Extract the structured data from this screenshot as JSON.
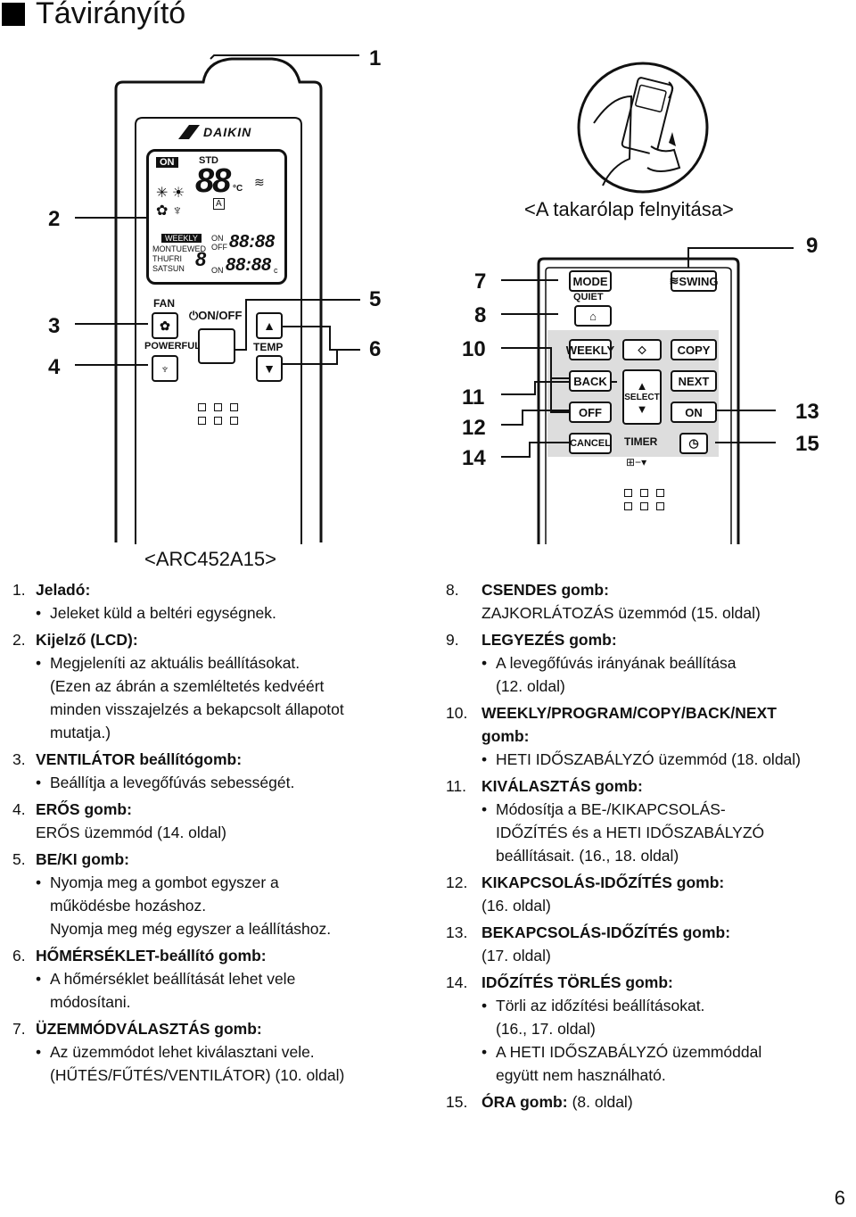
{
  "page_title": "Távirányító",
  "callouts": {
    "c1": "1",
    "c2": "2",
    "c3": "3",
    "c4": "4",
    "c5": "5",
    "c6": "6",
    "c7": "7",
    "c8": "8",
    "c9": "9",
    "c10": "10",
    "c11": "11",
    "c12": "12",
    "c13": "13",
    "c14": "14",
    "c15": "15"
  },
  "remote": {
    "brand": "DAIKIN",
    "model_caption": "<ARC452A15>",
    "lcd": {
      "on": "ON",
      "std": "STD",
      "celsius": "°C",
      "big_digits": "88",
      "weekly": "WEEKLY",
      "days_row1": "MONTUEWED",
      "days_row2": "THUFRI",
      "days_row3": "SATSUN",
      "day_digit": "8",
      "on_label": "ON",
      "off_label": "OFF",
      "on_label2": "ON",
      "time1": "88:88",
      "time2": "88:88",
      "c_small": "c",
      "auto_a": "A"
    },
    "fan_label": "FAN",
    "powerful_label": "POWERFUL",
    "onoff_label": "ON/OFF",
    "temp_label": "TEMP"
  },
  "cover_caption": "<A takarólap felnyitása>",
  "panel": {
    "mode": "MODE",
    "quiet": "QUIET",
    "swing": "SWING",
    "weekly": "WEEKLY",
    "copy": "COPY",
    "back": "BACK",
    "next": "NEXT",
    "select": "SELECT",
    "off": "OFF",
    "on": "ON",
    "cancel": "CANCEL",
    "timer": "TIMER"
  },
  "items_left": [
    {
      "num": "1.",
      "title": "Jeladó:",
      "lines": [
        {
          "b": true,
          "t": "Jeleket küld a beltéri egységnek."
        }
      ]
    },
    {
      "num": "2.",
      "title": "Kijelző (LCD):",
      "lines": [
        {
          "b": true,
          "t": "Megjeleníti az aktuális beállításokat."
        },
        {
          "b": false,
          "t": "(Ezen az ábrán a szemléltetés kedvéért"
        },
        {
          "b": false,
          "t": "minden visszajelzés a bekapcsolt állapotot"
        },
        {
          "b": false,
          "t": "mutatja.)"
        }
      ]
    },
    {
      "num": "3.",
      "title": "VENTILÁTOR beállítógomb:",
      "lines": [
        {
          "b": true,
          "t": "Beállítja a levegőfúvás sebességét."
        }
      ]
    },
    {
      "num": "4.",
      "title": "ERŐS gomb:",
      "plain": "ERŐS üzemmód (14. oldal)"
    },
    {
      "num": "5.",
      "title": "BE/KI gomb:",
      "lines": [
        {
          "b": true,
          "t": "Nyomja meg a gombot egyszer a"
        },
        {
          "b": false,
          "t": "működésbe hozáshoz."
        },
        {
          "b": false,
          "t": "Nyomja meg még egyszer a leállításhoz."
        }
      ]
    },
    {
      "num": "6.",
      "title": "HŐMÉRSÉKLET-beállító gomb:",
      "lines": [
        {
          "b": true,
          "t": "A hőmérséklet beállítását lehet vele"
        },
        {
          "b": false,
          "t": "módosítani."
        }
      ]
    },
    {
      "num": "7.",
      "title": "ÜZEMMÓDVÁLASZTÁS gomb:",
      "lines": [
        {
          "b": true,
          "t": "Az üzemmódot lehet kiválasztani vele."
        },
        {
          "b": false,
          "t": "(HŰTÉS/FŰTÉS/VENTILÁTOR) (10. oldal)"
        }
      ]
    }
  ],
  "items_right": [
    {
      "num": "8.",
      "title": "CSENDES gomb:",
      "plain": "ZAJKORLÁTOZÁS üzemmód (15. oldal)"
    },
    {
      "num": "9.",
      "title": "LEGYEZÉS gomb:",
      "lines": [
        {
          "b": true,
          "t": "A levegőfúvás irányának beállítása"
        },
        {
          "b": false,
          "t": "(12. oldal)"
        }
      ]
    },
    {
      "num": "10.",
      "title": "WEEKLY/PROGRAM/COPY/BACK/NEXT",
      "title2": "gomb:",
      "lines": [
        {
          "b": true,
          "t": "HETI IDŐSZABÁLYZÓ üzemmód (18. oldal)"
        }
      ]
    },
    {
      "num": "11.",
      "title": "KIVÁLASZTÁS gomb:",
      "lines": [
        {
          "b": true,
          "t": "Módosítja a BE-/KIKAPCSOLÁS-"
        },
        {
          "b": false,
          "t": "IDŐZÍTÉS és a HETI IDŐSZABÁLYZÓ"
        },
        {
          "b": false,
          "t": "beállításait. (16., 18. oldal)"
        }
      ]
    },
    {
      "num": "12.",
      "title": "KIKAPCSOLÁS-IDŐZÍTÉS gomb:",
      "plain": "(16. oldal)"
    },
    {
      "num": "13.",
      "title": "BEKAPCSOLÁS-IDŐZÍTÉS gomb:",
      "plain": "(17. oldal)"
    },
    {
      "num": "14.",
      "title": "IDŐZÍTÉS TÖRLÉS gomb:",
      "lines": [
        {
          "b": true,
          "t": "Törli az időzítési beállításokat."
        },
        {
          "b": false,
          "t": "(16., 17. oldal)"
        },
        {
          "b": true,
          "t": "A HETI IDŐSZABÁLYZÓ üzemmóddal"
        },
        {
          "b": false,
          "t": "együtt nem használható."
        }
      ]
    },
    {
      "num": "15.",
      "title": "ÓRA gomb:",
      "title_suffix": "(8. oldal)"
    }
  ],
  "page_number": "6"
}
